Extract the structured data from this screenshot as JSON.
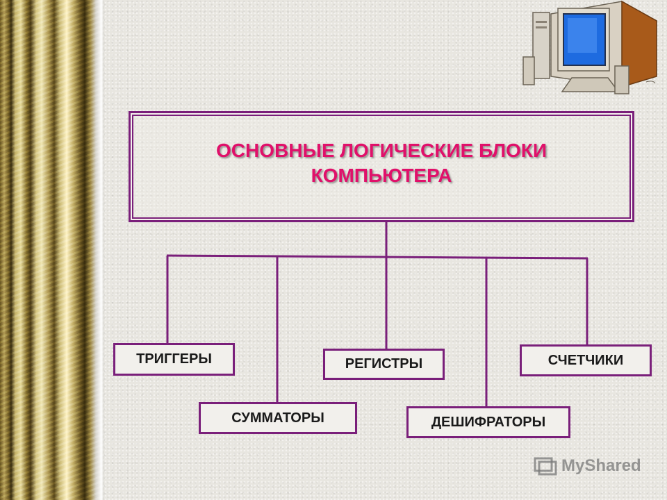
{
  "title": {
    "line1": "ОСНОВНЫЕ ЛОГИЧЕСКИЕ БЛОКИ",
    "line2": "КОМПЬЮТЕРА"
  },
  "nodes": {
    "triggers": "ТРИГГЕРЫ",
    "adders": "СУММАТОРЫ",
    "registers": "РЕГИСТРЫ",
    "decoders": "ДЕШИФРАТОРЫ",
    "counters": "СЧЕТЧИКИ"
  },
  "watermark": {
    "text": "MyShared"
  },
  "colors": {
    "title": "#e0106a",
    "border": "#7a1f7a",
    "text": "#1a1a1a"
  }
}
